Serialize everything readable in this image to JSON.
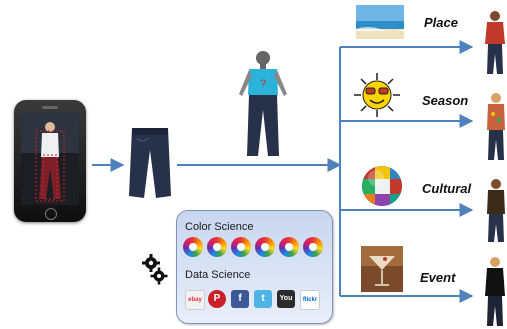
{
  "destinations": {
    "place": "Place",
    "season": "Season",
    "cultural": "Cultural",
    "event": "Event"
  },
  "science_box": {
    "color_science": "Color Science",
    "data_science": "Data Science"
  },
  "social_icons": [
    {
      "name": "ebay-icon",
      "text": "ebay",
      "color": "#f2f2f2"
    },
    {
      "name": "pinterest-icon",
      "text": "P",
      "color": "#cb2027"
    },
    {
      "name": "facebook-icon",
      "text": "f",
      "color": "#3b5998"
    },
    {
      "name": "twitter-icon",
      "text": "t",
      "color": "#4fb3e8"
    },
    {
      "name": "youtube-icon",
      "text": "You",
      "color": "#2b2b2b"
    },
    {
      "name": "flickr-icon",
      "text": "flickr",
      "color": "#ffffff"
    }
  ],
  "colors": {
    "arrow": "#4f81bd",
    "box_border": "#7f93b9"
  }
}
